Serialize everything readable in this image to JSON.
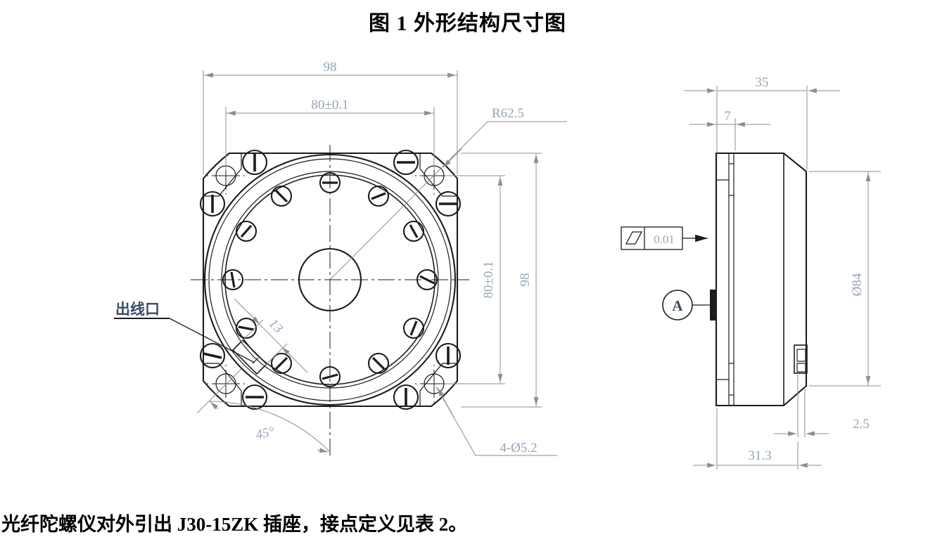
{
  "figure": {
    "title": "图 1 外形结构尺寸图"
  },
  "note": {
    "text": "光纤陀螺仪对外引出 J30-15ZK 插座，接点定义见表 2。"
  },
  "front_view": {
    "dim_width_top": "98",
    "dim_bolt_top": "80±0.1",
    "dim_radius": "R62.5",
    "dim_bolt_right": "80±0.1",
    "dim_height_right": "98",
    "outlet_label": "出线口",
    "dim_outlet": "13",
    "dim_angle": "45°",
    "dim_corner_holes": "4-Ø5.2"
  },
  "side_view": {
    "dim_depth": "35",
    "dim_flange": "7",
    "flatness_tolerance": "0.01",
    "datum_label": "A",
    "dim_diameter": "Ø84",
    "dim_connector": "2.5",
    "dim_body_depth": "31.3"
  },
  "colors": {
    "line": "#1c1c1c",
    "dimension_line": "#8e8e8e",
    "dimension_text": "#95a5b7",
    "label_text": "#3a4b63",
    "background": "#ffffff"
  }
}
